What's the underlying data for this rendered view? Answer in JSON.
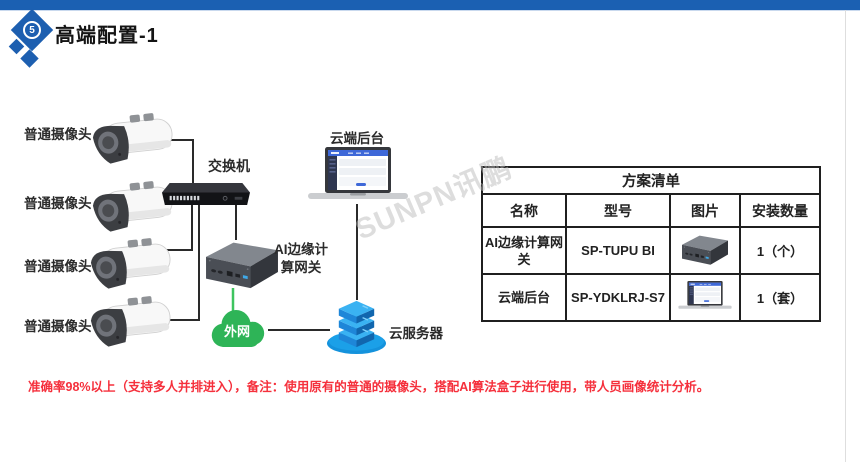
{
  "header": {
    "badge_number": "5",
    "title": "高端配置-1"
  },
  "diagram": {
    "camera_labels": [
      "普通摄像头",
      "普通摄像头",
      "普通摄像头",
      "普通摄像头"
    ],
    "switch_label": "交换机",
    "gateway_label": "AI边缘计算网关",
    "cloud_backend_label": "云端后台",
    "extranet_label": "外网",
    "cloud_server_label": "云服务器",
    "device_icons": [
      "camera-icon",
      "switch-icon",
      "gateway-icon",
      "laptop-icon",
      "extranet-cloud-icon",
      "cloud-server-icon"
    ]
  },
  "watermark": "SUNPN讯鹏",
  "table": {
    "title": "方案清单",
    "columns": [
      "名称",
      "型号",
      "图片",
      "安装数量"
    ],
    "rows": [
      {
        "name": "AI边缘计算网关",
        "model": "SP-TUPU BI",
        "image": "gateway-photo",
        "qty": "1（个）"
      },
      {
        "name": "云端后台",
        "model": "SP-YDKLRJ-S7",
        "image": "laptop-photo",
        "qty": "1（套）"
      }
    ]
  },
  "note": "准确率98%以上（支持多人并排进入），备注：使用原有的普通的摄像头，搭配AI算法盒子进行使用，带人员画像统计分析。",
  "colors": {
    "top_bar_blue": "#1b60b2",
    "accent_blue": "#1d5fb0",
    "extranet_green": "#2eb457",
    "server_blue": "#2aa3ea",
    "laptop_ui_blue": "#3e68d8",
    "note_red": "#f5303c",
    "line_black": "#2a2a2a",
    "link_green": "#3ec45f"
  }
}
